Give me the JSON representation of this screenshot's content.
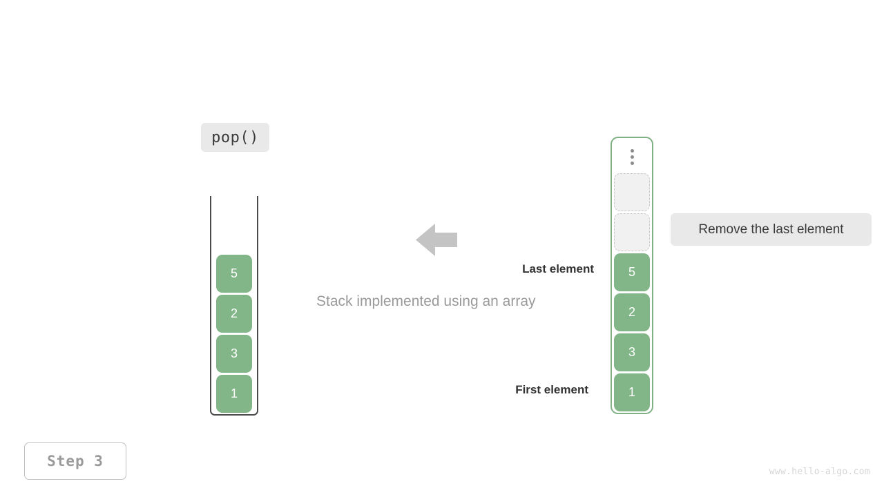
{
  "operation": {
    "label": "pop()"
  },
  "caption": {
    "text": "Stack implemented using an array"
  },
  "arrow": {
    "direction": "left",
    "color": "#c4c4c4"
  },
  "stack": {
    "title": "stack-container",
    "orientation": "vertical",
    "items": [
      {
        "value": "5",
        "state": "filled"
      },
      {
        "value": "2",
        "state": "filled"
      },
      {
        "value": "3",
        "state": "filled"
      },
      {
        "value": "1",
        "state": "filled"
      }
    ]
  },
  "array": {
    "title": "array-container",
    "ellipsis": "vertical-ellipsis-icon",
    "items": [
      {
        "value": "",
        "state": "empty"
      },
      {
        "value": "",
        "state": "empty"
      },
      {
        "value": "5",
        "state": "filled"
      },
      {
        "value": "2",
        "state": "filled"
      },
      {
        "value": "3",
        "state": "filled"
      },
      {
        "value": "1",
        "state": "filled"
      }
    ]
  },
  "annotations": {
    "last_element": "Last element",
    "first_element": "First element"
  },
  "tooltip": {
    "text": "Remove the last element"
  },
  "step": {
    "label": "Step 3"
  },
  "watermark": {
    "text": "www.hello-algo.com"
  },
  "colors": {
    "element_green": "#82b587",
    "container_green": "#7fb185",
    "badge_gray": "#e9e9e9",
    "empty_slot_fill": "#f1f1f1",
    "empty_slot_border": "#c8c8c8",
    "caption_gray": "#9a9a9a",
    "arrow_gray": "#c4c4c4",
    "watermark_gray": "#d5d5d5"
  }
}
